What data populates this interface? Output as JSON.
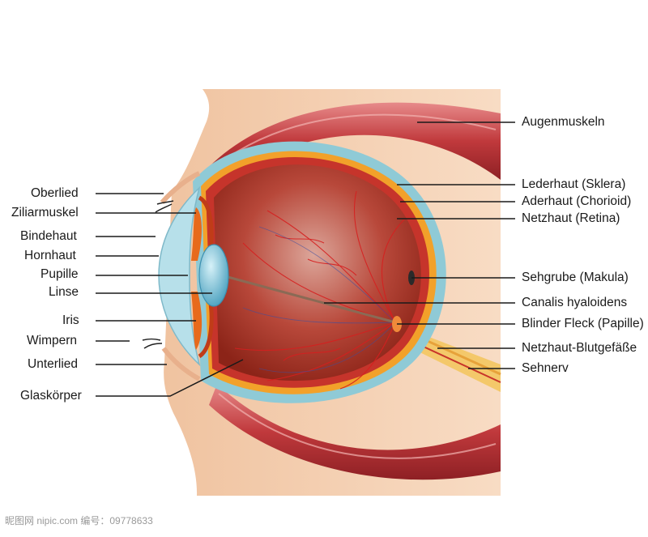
{
  "labels_left": [
    {
      "key": "oberlied",
      "text": "Oberlied"
    },
    {
      "key": "ziliarmuskel",
      "text": "Ziliarmuskel"
    },
    {
      "key": "bindehaut",
      "text": "Bindehaut"
    },
    {
      "key": "hornhaut",
      "text": "Hornhaut"
    },
    {
      "key": "pupille",
      "text": "Pupille"
    },
    {
      "key": "linse",
      "text": "Linse"
    },
    {
      "key": "iris",
      "text": "Iris"
    },
    {
      "key": "wimpern",
      "text": "Wimpern"
    },
    {
      "key": "unterlied",
      "text": "Unterlied"
    },
    {
      "key": "glaskoerper",
      "text": "Glaskörper"
    }
  ],
  "labels_right": [
    {
      "key": "augenmuskeln",
      "text": "Augenmuskeln"
    },
    {
      "key": "lederhaut",
      "text": "Lederhaut (Sklera)"
    },
    {
      "key": "aderhaut",
      "text": "Aderhaut (Chorioid)"
    },
    {
      "key": "netzhaut",
      "text": "Netzhaut (Retina)"
    },
    {
      "key": "sehgrube",
      "text": "Sehgrube (Makula)"
    },
    {
      "key": "canalis",
      "text": "Canalis hyaloidens"
    },
    {
      "key": "blinder_fleck",
      "text": "Blinder Fleck (Papille)"
    },
    {
      "key": "blutgefaesse",
      "text": "Netzhaut-Blutgefäße"
    },
    {
      "key": "sehnerv",
      "text": "Sehnerv"
    }
  ],
  "watermark": "昵图网 nipic.com  编号：09778633",
  "colors": {
    "skin": "#f6d3b5",
    "muscle": "#c8484c",
    "sclera": "#8fcad6",
    "choroid": "#f2a12a",
    "retina": "#c6342b",
    "vitreous": "#a93424",
    "cornea": "#b7e0ea",
    "vessels": "#d61f1f",
    "leader_line": "#1a1a1a"
  }
}
